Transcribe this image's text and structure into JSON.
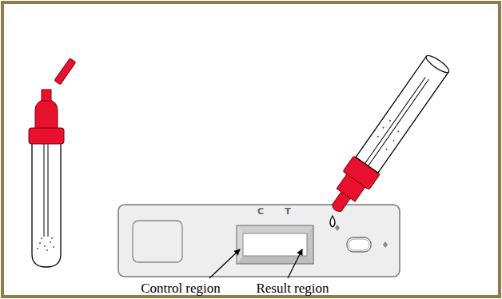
{
  "diagram": {
    "labels": [
      "C",
      "T",
      "Control region",
      "Result region"
    ]
  }
}
